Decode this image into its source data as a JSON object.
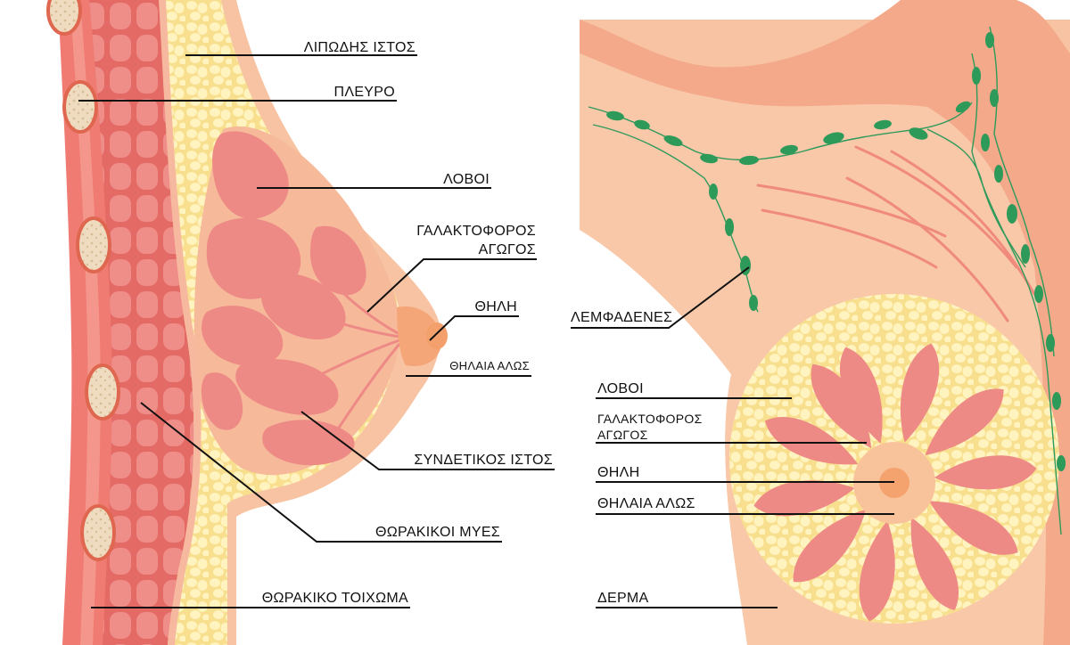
{
  "side_view": {
    "labels": {
      "adipose": "ΛΙΠΩΔΗΣ ΙΣΤΟΣ",
      "rib": "ΠΛΕΥΡΟ",
      "lobes": "ΛΟΒΟΙ",
      "duct_line1": "ΓΑΛΑΚΤΟΦΟΡΟΣ",
      "duct_line2": "ΑΓΩΓΟΣ",
      "nipple": "ΘΗΛΗ",
      "areola": "ΘΗΛΑΙΑ ΑΛΩΣ",
      "connective": "ΣΥΝΔΕΤΙΚΟΣ ΙΣΤΟΣ",
      "pectoral": "ΘΩΡΑΚΙΚΟΙ ΜΥΕΣ",
      "chest_wall": "ΘΩΡΑΚΙΚΟ ΤΟΙΧΩΜΑ"
    }
  },
  "front_view": {
    "labels": {
      "lymph": "ΛΕΜΦΑΔΕΝΕΣ",
      "lobes": "ΛΟΒΟΙ",
      "duct_line1": "ΓΑΛΑΚΤΟΦΟΡΟΣ",
      "duct_line2": "ΑΓΩΓΟΣ",
      "nipple": "ΘΗΛΗ",
      "areola": "ΘΗΛΑΙΑ ΑΛΩΣ",
      "skin": "ΔΕΡΜΑ"
    }
  },
  "colors": {
    "skin": "#f7c3a2",
    "skin_dark": "#f3a98a",
    "fat": "#fbeaa9",
    "fat_globule": "#fff3bf",
    "lobe": "#ee8a86",
    "muscle": "#e97370",
    "bone": "#efdcc0",
    "lymph": "#2e9a5a"
  }
}
